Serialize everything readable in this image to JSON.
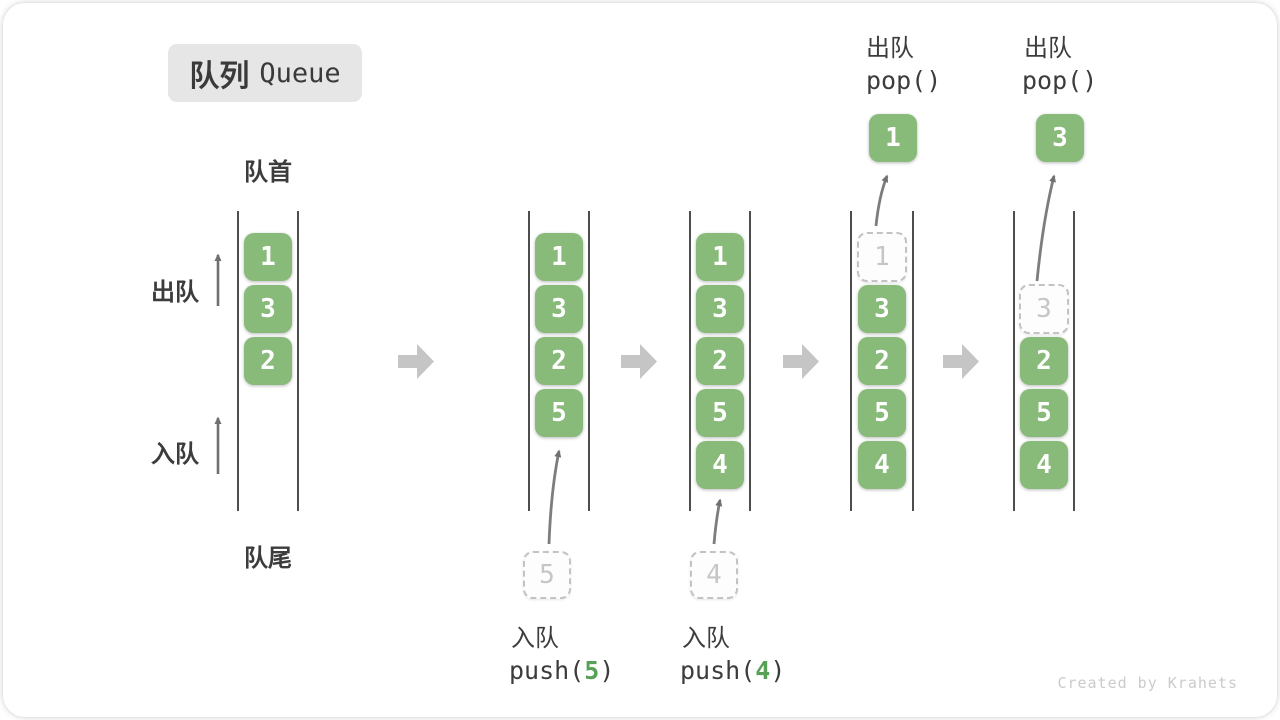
{
  "title": {
    "zh": "队列",
    "en": "Queue"
  },
  "side_labels": {
    "front": "队首",
    "rear": "队尾",
    "dequeue": "出队",
    "enqueue": "入队"
  },
  "states": {
    "s1": {
      "slot1": "1",
      "slot2": "3",
      "slot3": "2"
    },
    "s2": {
      "slot1": "1",
      "slot2": "3",
      "slot3": "2",
      "slot4": "5",
      "incoming": "5"
    },
    "s3": {
      "slot1": "1",
      "slot2": "3",
      "slot3": "2",
      "slot4": "5",
      "slot5": "4",
      "incoming": "4"
    },
    "s4": {
      "ghost": "1",
      "slot2": "3",
      "slot3": "2",
      "slot4": "5",
      "slot5": "4"
    },
    "s5": {
      "ghost": "3",
      "slot3": "2",
      "slot4": "5",
      "slot5": "4"
    }
  },
  "operations": {
    "push5": {
      "label": "入队",
      "prefix": "push(",
      "arg": "5",
      "suffix": ")"
    },
    "push4": {
      "label": "入队",
      "prefix": "push(",
      "arg": "4",
      "suffix": ")"
    },
    "pop1": {
      "label": "出队",
      "code": "pop()",
      "value": "1"
    },
    "pop2": {
      "label": "出队",
      "code": "pop()",
      "value": "3"
    }
  },
  "watermark": "Created by Krahets",
  "colors": {
    "box_green": "#88ba79",
    "accent_green": "#57a156",
    "queue_line": "#4d4d4d",
    "block_arrow": "#c5c5c5",
    "thin_arrow": "#777777",
    "ghost_border": "#c3c3c3",
    "badge_bg": "#e6e6e6",
    "text": "#3c3c3c"
  }
}
